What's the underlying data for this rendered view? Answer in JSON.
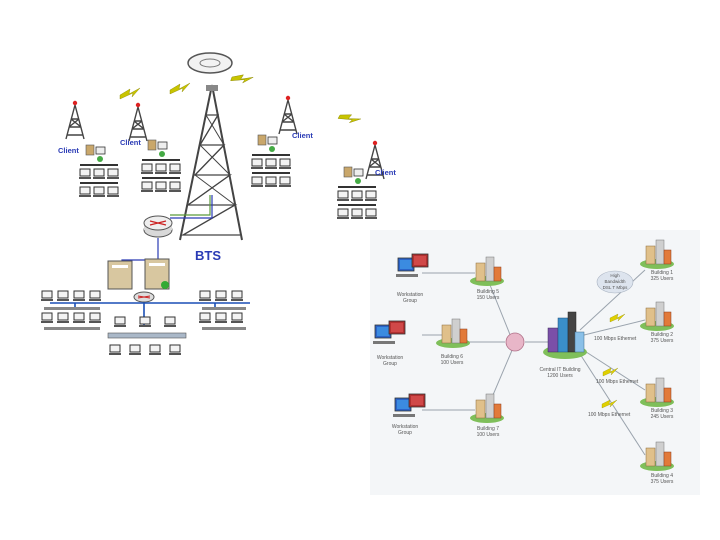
{
  "top_diagram": {
    "client_labels": [
      "Client",
      "Client",
      "Client",
      "Client"
    ],
    "bts_label": "BTS",
    "colors": {
      "label_blue": "#2a3bb5",
      "tower": "#444444",
      "lightning": "#c8c400",
      "lan_line": "#1a4fb5"
    }
  },
  "bottom_diagram": {
    "workstation_groups": [
      {
        "line1": "Workstation",
        "line2": "Group"
      },
      {
        "line1": "Workstation",
        "line2": "Group"
      },
      {
        "line1": "Workstation",
        "line2": "Group"
      }
    ],
    "left_buildings": [
      {
        "line1": "Building 5",
        "line2": "150 Users"
      },
      {
        "line1": "Building 6",
        "line2": "100 Users"
      },
      {
        "line1": "Building 7",
        "line2": "100 Users"
      }
    ],
    "central": {
      "line1": "Central IT Building",
      "line2": "1200 Users"
    },
    "cloud": {
      "line1": "High",
      "line2": "Bandwidth",
      "line3": "DSL T Mbps"
    },
    "links": [
      "100 Mbps Ethernet",
      "100 Mbps Ethernet",
      "100 Mbps Ethernet"
    ],
    "right_buildings": [
      {
        "line1": "Building 1",
        "line2": "325 Users"
      },
      {
        "line1": "Building 2",
        "line2": "375 Users"
      },
      {
        "line1": "Building 3",
        "line2": "245 Users"
      },
      {
        "line1": "Building 4",
        "line2": "375 Users"
      }
    ],
    "colors": {
      "background": "#f4f6f8",
      "line": "#9aa3ad",
      "router": "#e8b6c8",
      "lightning": "#e0d000"
    }
  }
}
